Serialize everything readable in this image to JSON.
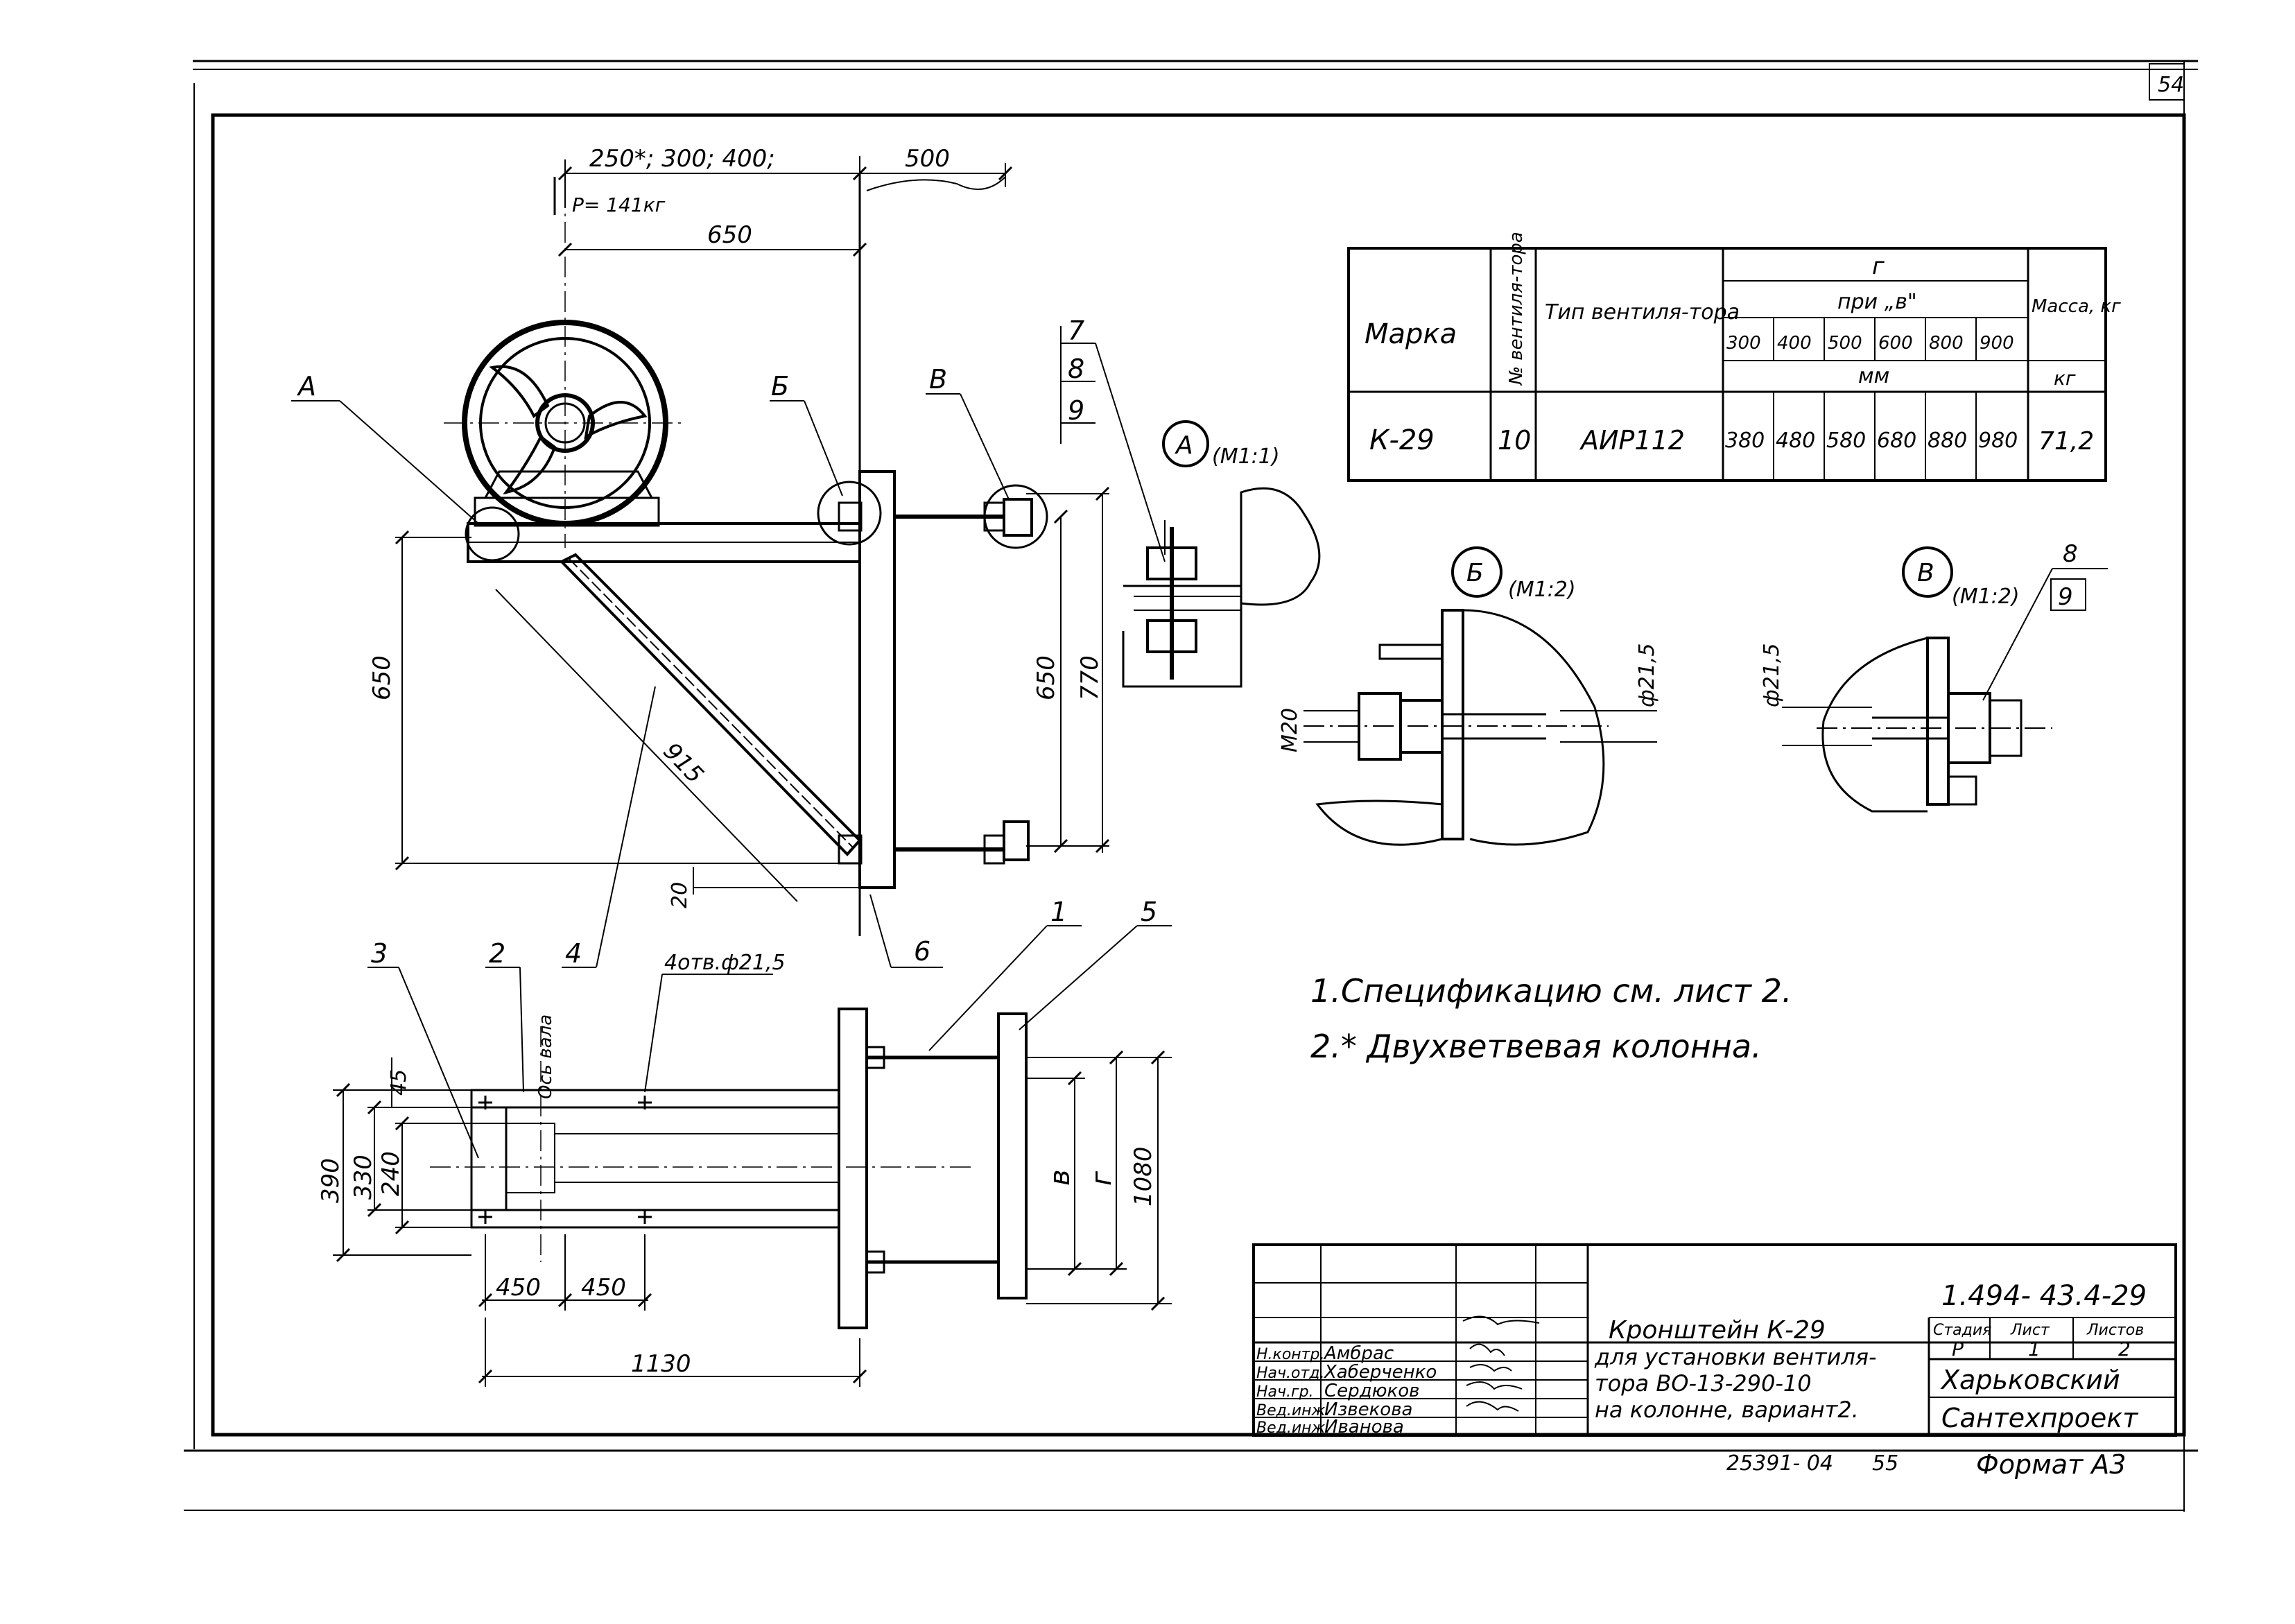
{
  "page_number": "54",
  "top_dims": {
    "widths": "250*; 300; 400;",
    "column_width": "500",
    "load": "P= 141кг",
    "offset": "650"
  },
  "elevation": {
    "height_left": "650",
    "height_right_inner": "650",
    "height_right_outer": "770",
    "brace_length": "915",
    "gap": "20"
  },
  "callouts": {
    "A": "А",
    "B": "Б",
    "V": "В",
    "n1": "1",
    "n2": "2",
    "n3": "3",
    "n4": "4",
    "n5": "5",
    "n6": "6",
    "n7": "7",
    "n8": "8",
    "n9": "9",
    "shaft_axis": "Ось вала",
    "holes": "4отв.ф21,5"
  },
  "plan": {
    "d45": "45",
    "d390": "390",
    "d330": "330",
    "d240": "240",
    "d450a": "450",
    "d450b": "450",
    "d1130": "1130",
    "dim_v": "в",
    "dim_g": "г",
    "d1080": "1080"
  },
  "details": {
    "a_label": "А",
    "a_scale": "(М1:1)",
    "b_label": "Б",
    "b_scale": "(М1:2)",
    "b_thread": "М20",
    "b_hole": "ф21,5",
    "v_label": "В",
    "v_scale": "(М1:2)",
    "v_hole": "ф21,5",
    "v_ref8": "8",
    "v_ref9": "9"
  },
  "table": {
    "h_mark": "Марка",
    "h_fan_no": "№ вентиля-тора",
    "h_fan_type": "Тип вентиля-тора",
    "h_g": "г",
    "h_pri_v": "при „в\"",
    "v_vals": [
      "300",
      "400",
      "500",
      "600",
      "800",
      "900"
    ],
    "h_mm": "мм",
    "h_mass": "Масса, кг",
    "h_kg": "кг",
    "row": {
      "mark": "К-29",
      "fan_no": "10",
      "fan_type": "АИР112",
      "g_vals": [
        "380",
        "480",
        "580",
        "680",
        "880",
        "980"
      ],
      "mass": "71,2"
    }
  },
  "notes": [
    "1.Спецификацию см. лист 2.",
    "2.* Двухветвевая колонна."
  ],
  "title_block": {
    "code": "1.494- 43.4-29",
    "roles": [
      "Н.контр.",
      "Нач.отд.",
      "Нач.гр.",
      "Вед.инж.",
      "Вед.инж."
    ],
    "names": [
      "Амбрас",
      "Хаберченко",
      "Сердюков",
      "Извекова",
      "Иванова"
    ],
    "title_lines": [
      "Кронштейн К-29",
      "для установки вентиля-",
      "тора ВО-13-290-10",
      "на колонне, вариант2."
    ],
    "h_stage": "Стадия",
    "h_sheet": "Лист",
    "h_sheets": "Листов",
    "stage": "Р",
    "sheet": "1",
    "sheets": "2",
    "org1": "Харьковский",
    "org2": "Сантехпроект"
  },
  "footer": {
    "inv": "25391- 04",
    "page": "55",
    "format": "Формат А3"
  }
}
